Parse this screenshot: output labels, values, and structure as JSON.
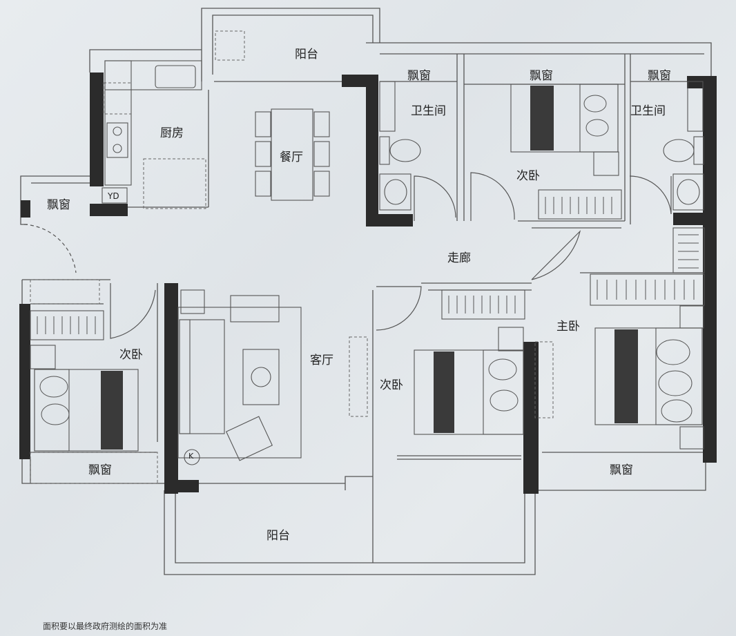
{
  "rooms": {
    "balcony_top": "阳台",
    "kitchen": "厨房",
    "dining": "餐厅",
    "bay_left": "飘窗",
    "yd": "YD",
    "bay_bath1": "飘窗",
    "bath1": "卫生间",
    "bay_bed_top": "飘窗",
    "bed_top": "次卧",
    "bay_bath2": "飘窗",
    "bath2": "卫生间",
    "corridor": "走廊",
    "bed_left": "次卧",
    "living": "客厅",
    "bed_mid": "次卧",
    "master": "主卧",
    "bay_bed_left": "飘窗",
    "bay_master": "飘窗",
    "balcony_bottom": "阳台",
    "k_mark": "K"
  },
  "footnote": "面积要以最终政府测绘的面积为准",
  "colors": {
    "wall": "#2b2b2b",
    "line": "#555555",
    "dash": "#666666"
  }
}
